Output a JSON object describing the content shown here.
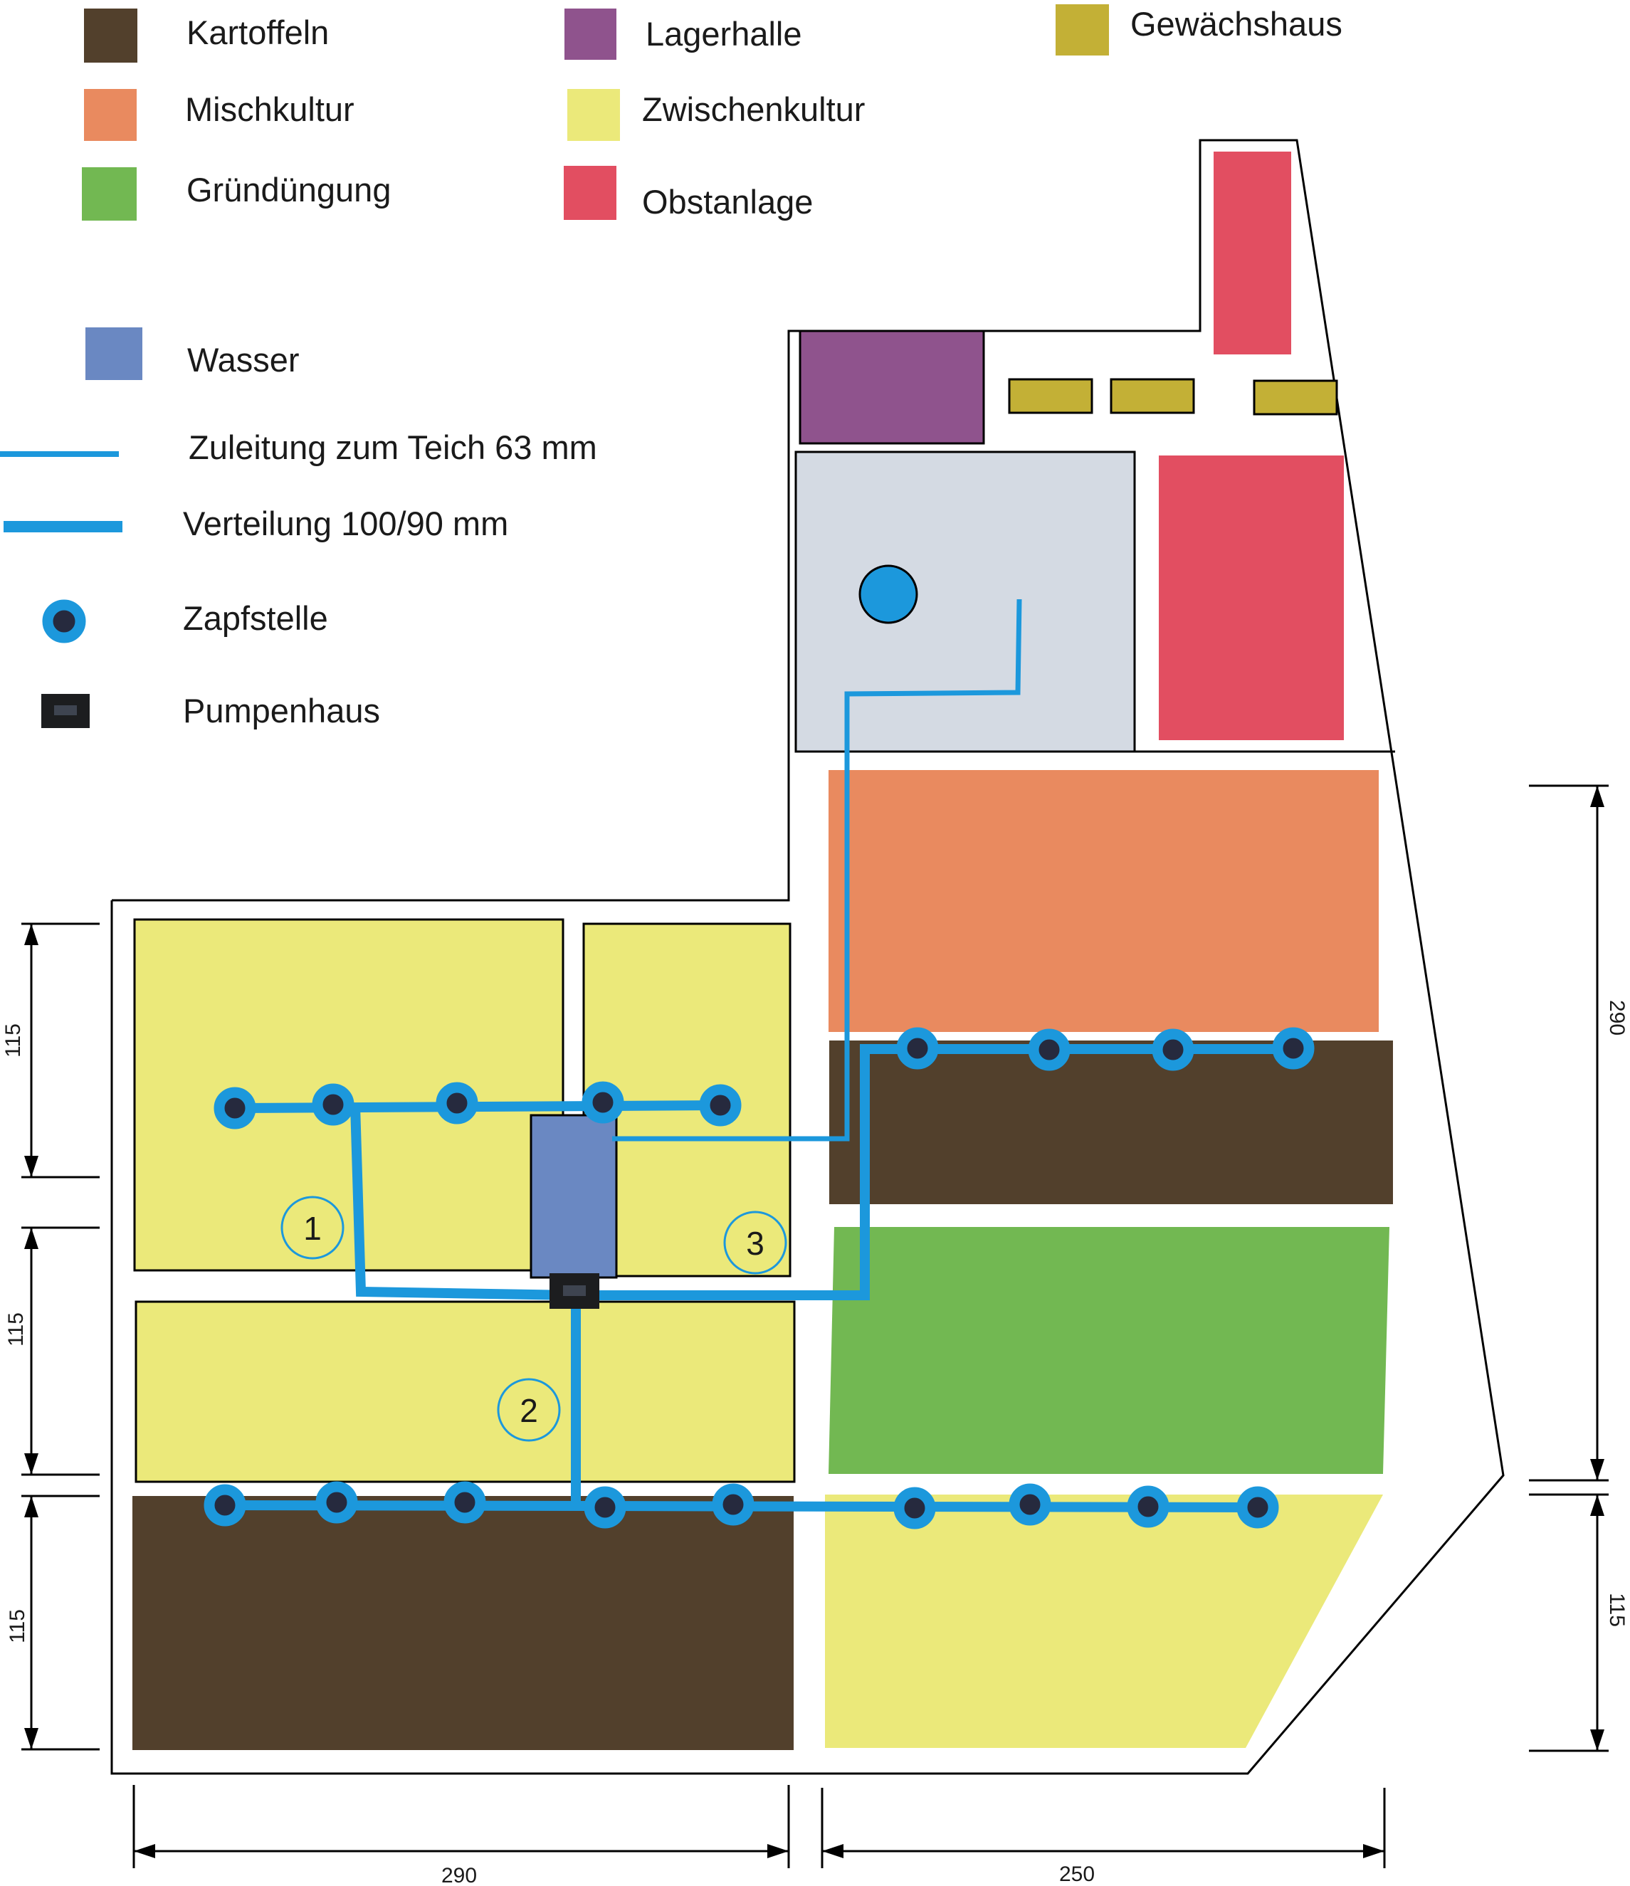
{
  "legend": {
    "kartoffeln": "Kartoffeln",
    "lagerhalle": "Lagerhalle",
    "gewaechshaus": "Gewächshaus",
    "mischkultur": "Mischkultur",
    "zwischenkultur": "Zwischenkultur",
    "gruenduengung": "Gründüngung",
    "obstanlage": "Obstanlage",
    "wasser": "Wasser",
    "zuleitung": "Zuleitung zum Teich 63 mm",
    "verteilung": "Verteilung 100/90 mm",
    "zapfstelle": "Zapfstelle",
    "pumpenhaus": "Pumpenhaus"
  },
  "plots": {
    "one": "1",
    "two": "2",
    "three": "3"
  },
  "dimensions": {
    "left_top": "115",
    "left_middle": "115",
    "left_bottom": "115",
    "right_top": "290",
    "right_bottom": "115",
    "bottom_left": "290",
    "bottom_right": "250"
  },
  "colors": {
    "kartoffeln": "#52402c",
    "lagerhalle": "#8f538d",
    "gewaechshaus": "#c3b036",
    "mischkultur": "#e98a5f",
    "zwischenkultur": "#ebe97a",
    "gruenduengung": "#72b852",
    "obstanlage": "#e24e61",
    "wasser": "#6a88c2",
    "pipe": "#1c98dc",
    "pumpenhaus": "#1c1d1f",
    "pond_area": "#d4dae3"
  }
}
